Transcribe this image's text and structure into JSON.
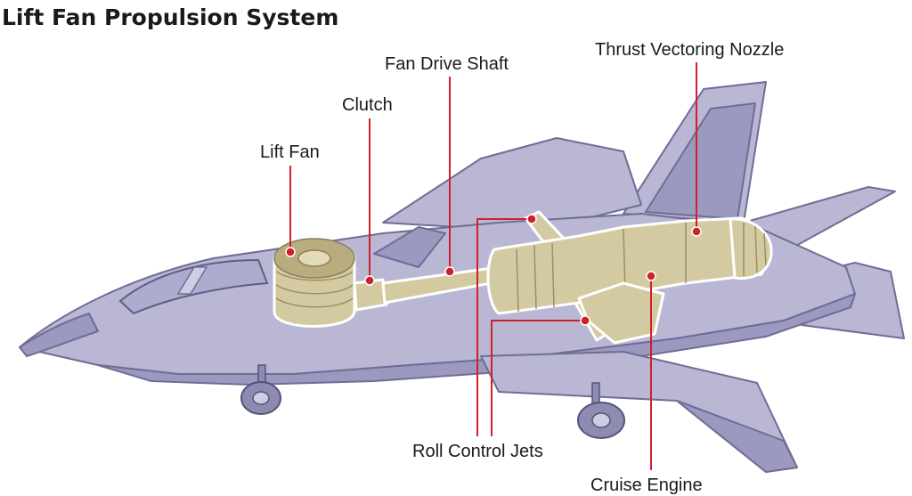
{
  "title": "Lift Fan Propulsion System",
  "labels": {
    "lift_fan": "Lift Fan",
    "clutch": "Clutch",
    "fan_drive_shaft": "Fan Drive Shaft",
    "thrust_vectoring_nozzle": "Thrust Vectoring Nozzle",
    "roll_control_jets": "Roll Control Jets",
    "cruise_engine": "Cruise Engine"
  },
  "colors": {
    "airframe": "#b9b7d4",
    "engine": "#d4caa2",
    "leader_line": "#d0202a"
  }
}
